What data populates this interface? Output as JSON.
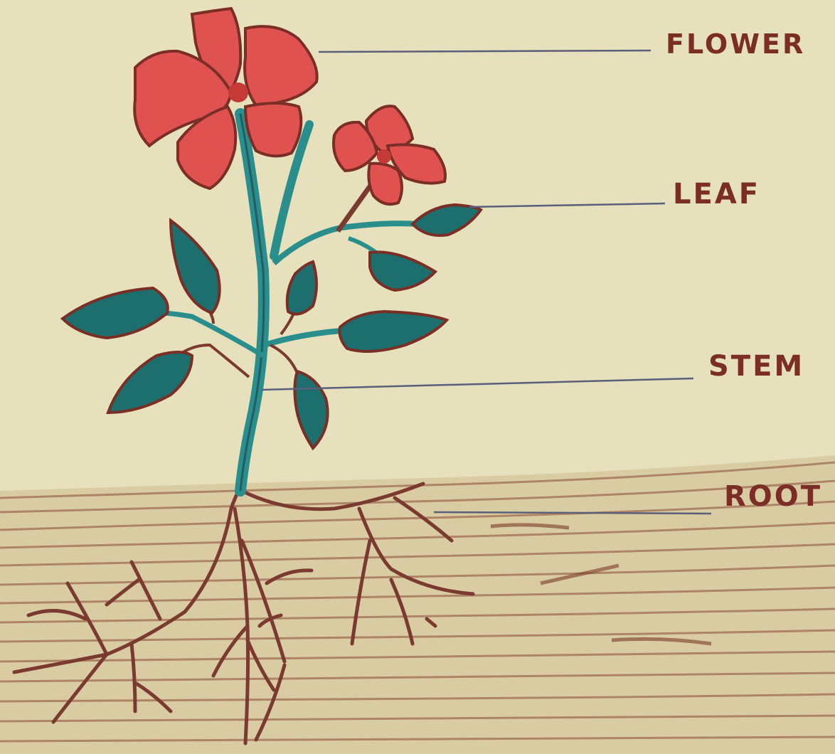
{
  "labels": {
    "flower": "FLOWER",
    "leaf": "LEAF",
    "stem": "STEM",
    "root": "ROOT"
  },
  "colors": {
    "paper": "#e6e0bd",
    "soil": "#8a4a34",
    "petal": "#e0524f",
    "outline": "#7a2e25",
    "leaf": "#1c6f6c",
    "stem": "#2a8f8c",
    "pointer_line": "#5a5f7a"
  }
}
